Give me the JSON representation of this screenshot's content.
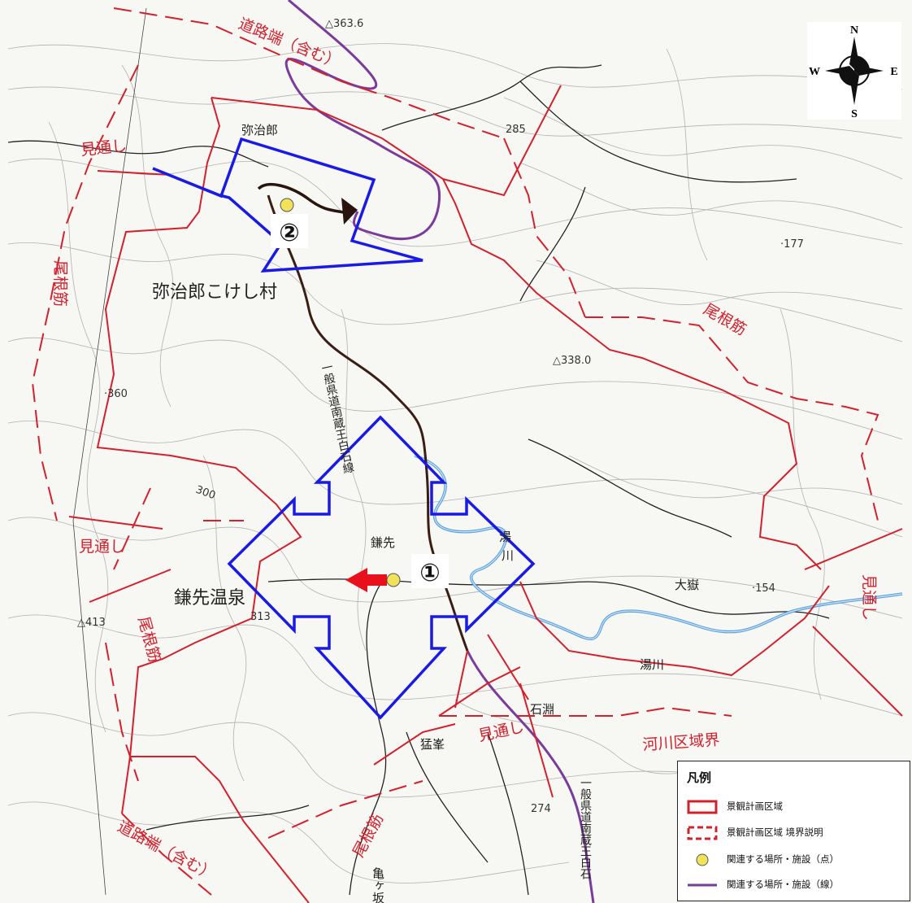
{
  "map": {
    "place_labels": {
      "yajiro": "弥治郎",
      "yajiro_kokeshi": "弥治郎こけし村",
      "kamasaki": "鎌先",
      "kamasaki_onsen": "鎌先温泉",
      "okura": "大嶽",
      "ishibuchi": "石淵",
      "kamegasaka": "亀ヶ坂",
      "mosan": "猛峯",
      "yu_river_a": "湯",
      "yu_river_b": "川",
      "yu_river": "湯川"
    },
    "elevations": {
      "e3636": "363.6",
      "e285": "285",
      "e177": "177",
      "e3380": "338.0",
      "e360": "·360",
      "e300": "300",
      "e413": "413",
      "e313": "313",
      "e154": "154",
      "e274": "274"
    },
    "annotations": {
      "road_edge_top": "道路端（含む）",
      "road_edge_bottom": "道路端（含む）",
      "ridge_left": "尾根筋",
      "ridge_right": "尾根筋",
      "ridge_lower_left": "尾根筋",
      "ridge_bottom": "尾根筋",
      "sightline_top_left": "見通し",
      "sightline_left": "見通し",
      "sightline_right": "見通し",
      "sightline_bottom": "見通し",
      "river_boundary": "河川区域界",
      "route_name": "一般県道南蔵王白石線",
      "route_name_bottom": "一般県道南蔵王白石"
    },
    "markers": {
      "point1": "①",
      "point2": "②"
    },
    "colors": {
      "boundary": "#d4202c",
      "viewpoint": "#1a1ae6",
      "related_line": "#7a3b9a",
      "point_fill": "#f2e25a",
      "river": "#5aa0e0",
      "contour": "#8a8a8a",
      "arrow_red": "#e8101a"
    }
  },
  "compass": {
    "n": "N",
    "s": "S",
    "e": "E",
    "w": "W",
    "icon": "compass-rose-icon"
  },
  "legend": {
    "title": "凡例",
    "items": [
      {
        "label": "景観計画区域",
        "icon": "solid-red-rect"
      },
      {
        "label": "景観計画区域 境界説明",
        "icon": "dashed-red-rect"
      },
      {
        "label": "関連する場所・施設（点）",
        "icon": "yellow-circle"
      },
      {
        "label": "関連する場所・施設（線）",
        "icon": "purple-line"
      }
    ]
  }
}
